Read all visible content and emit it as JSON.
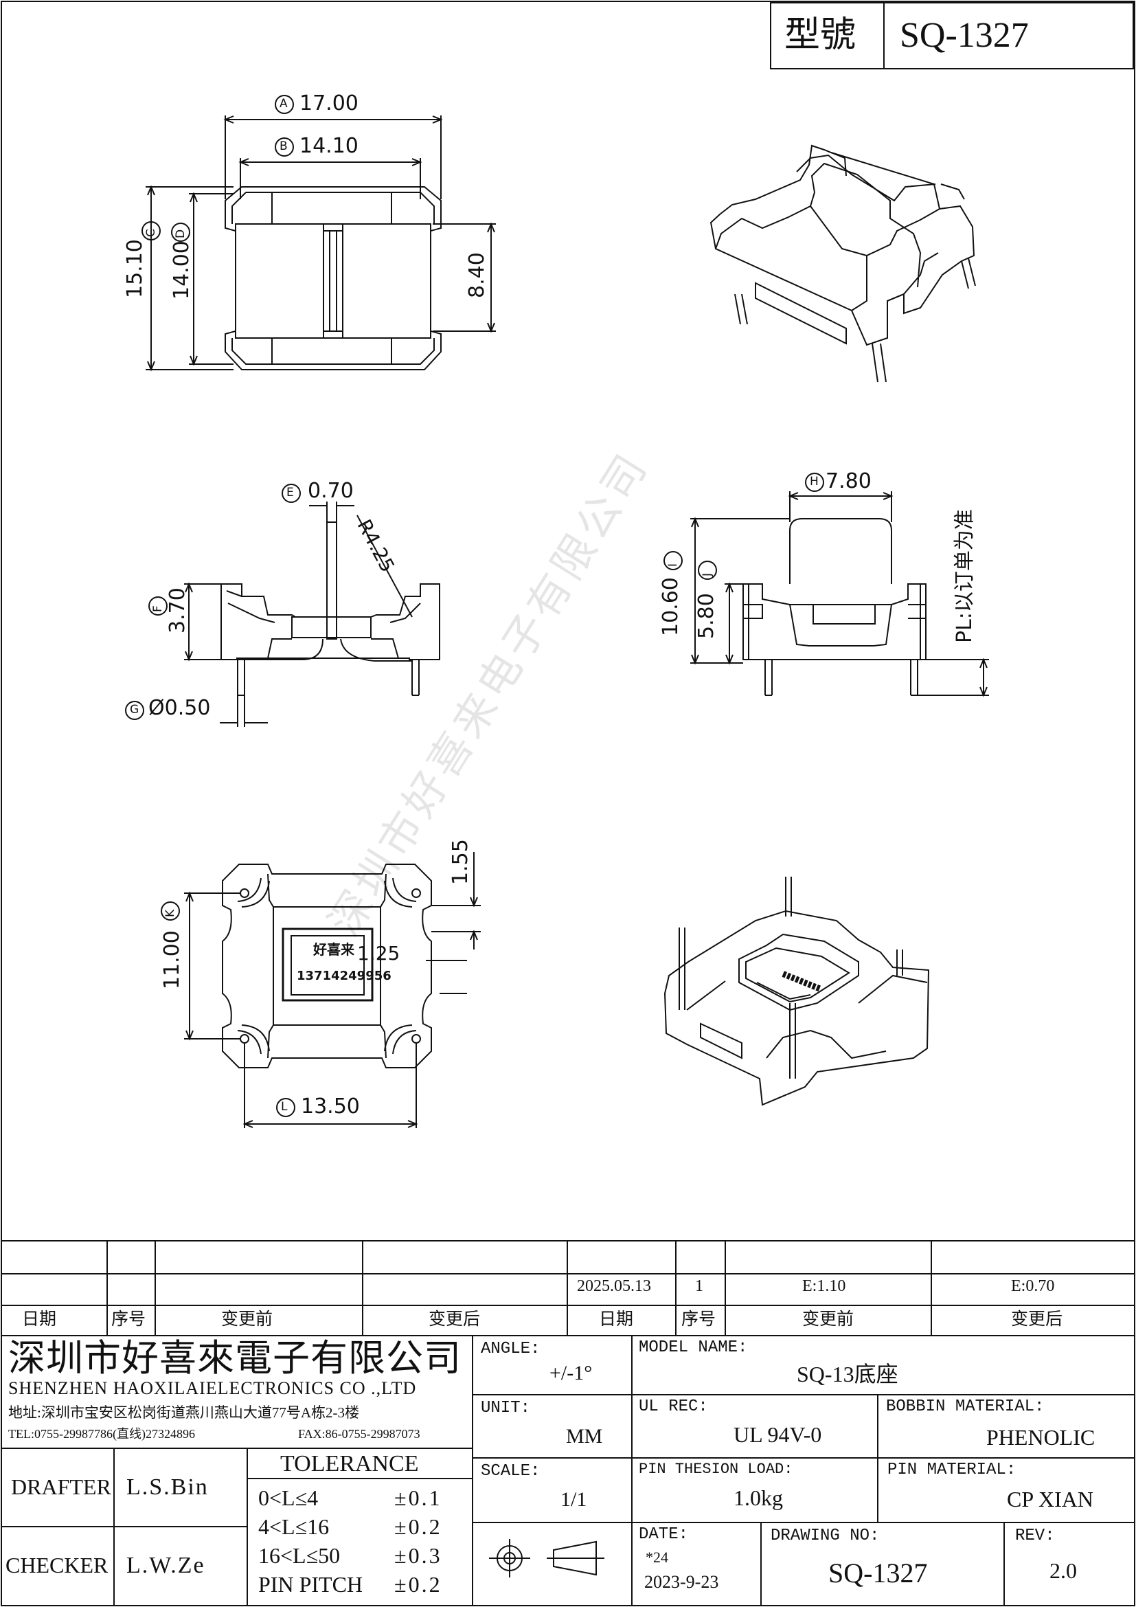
{
  "title_block_top": {
    "model_label": "型號",
    "model_value": "SQ-1327"
  },
  "dims": {
    "A": "17.00",
    "B": "14.10",
    "C": "15.10",
    "D": "14.00",
    "e_width": "8.40",
    "E": "0.70",
    "R": "R4.25",
    "F": "3.70",
    "G": "Ø0.50",
    "H": "7.80",
    "I": "10.60",
    "J": "5.80",
    "pl_note": "PL:以订单为准",
    "K": "11.00",
    "L": "13.50",
    "top_right": "1.55",
    "mid_right": "1.25"
  },
  "circle_letters": [
    "A",
    "B",
    "C",
    "D",
    "E",
    "F",
    "G",
    "H",
    "I",
    "J",
    "K",
    "L"
  ],
  "marking": {
    "brand": "好喜来",
    "phone": "13714249956"
  },
  "watermark": "深圳市好喜来电子有限公司",
  "revision_table": {
    "row1": [
      "",
      "",
      "",
      "",
      "",
      "",
      "",
      ""
    ],
    "row2": [
      "",
      "",
      "",
      "",
      "2025.05.13",
      "1",
      "E:1.10",
      "E:0.70"
    ],
    "header": [
      "日期",
      "序号",
      "变更前",
      "变更后",
      "日期",
      "序号",
      "变更前",
      "变更后"
    ]
  },
  "company": {
    "name_cn": "深圳市好喜來電子有限公司",
    "name_en": "SHENZHEN HAOXILAIELECTRONICS CO .,LTD",
    "address": "地址:深圳市宝安区松岗街道燕川燕山大道77号A栋2-3楼",
    "tel": "TEL:0755-29987786(直线)27324896",
    "fax": "FAX:86-0755-29987073"
  },
  "drafter": {
    "label": "DRAFTER",
    "value": "L.S.Bin"
  },
  "checker": {
    "label": "CHECKER",
    "value": "L.W.Ze"
  },
  "tolerance": {
    "title": "TOLERANCE",
    "rows": [
      {
        "range": "0<L≤4",
        "value": "±0.1"
      },
      {
        "range": "4<L≤16",
        "value": "±0.2"
      },
      {
        "range": "16<L≤50",
        "value": "±0.3"
      },
      {
        "range": "PIN PITCH",
        "value": "±0.2"
      }
    ]
  },
  "angle": {
    "label": "ANGLE:",
    "value": "+/-1°"
  },
  "unit": {
    "label": "UNIT:",
    "value": "MM"
  },
  "scale": {
    "label": "SCALE:",
    "value": "1/1"
  },
  "model_name": {
    "label": "MODEL NAME:",
    "value": "SQ-13底座"
  },
  "ul_rec": {
    "label": "UL REC:",
    "value": "UL 94V-0"
  },
  "bobbin_material": {
    "label": "BOBBIN MATERIAL:",
    "value": "PHENOLIC"
  },
  "pin_tension": {
    "label": "PIN THESION LOAD:",
    "value": "1.0kg"
  },
  "pin_material": {
    "label": "PIN MATERIAL:",
    "value": "CP XIAN"
  },
  "date": {
    "label": "DATE:",
    "note": "*24",
    "value": "2023-9-23"
  },
  "drawing_no": {
    "label": "DRAWING NO:",
    "value": "SQ-1327"
  },
  "rev": {
    "label": "REV:",
    "value": "2.0"
  }
}
